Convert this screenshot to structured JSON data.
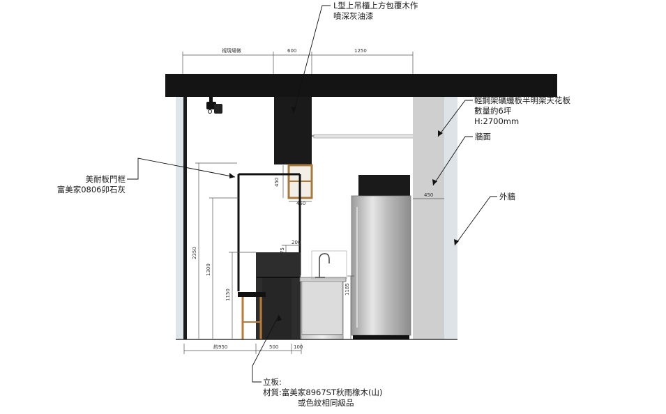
{
  "callouts": {
    "upper_cabinet": [
      "L型上吊櫃上方包覆木作",
      "噴深灰油漆"
    ],
    "ceiling": [
      "輕鋼架礦纖板半明架天花板",
      "數量約6坪",
      "H:2700mm"
    ],
    "wall_face": "牆面",
    "outer_wall": "外牆",
    "door_frame": [
      "美耐板門框",
      "富美家0806卯石灰"
    ],
    "vertical_panel": [
      "立板:",
      "材質:富美家8967ST秋雨橡木(山)",
      "或色紋相同級品"
    ]
  },
  "dimensions": {
    "top_1": "視現場做",
    "top_2": "600",
    "top_3": "1250",
    "cab_h": "450",
    "cab_w": "450",
    "wall_w": "450",
    "h_2350": "2350",
    "h_1300": "1300",
    "h_1150": "1150",
    "h_1185": "1185",
    "w_200": "200",
    "h_75": "75",
    "b_950": "約950",
    "b_500": "500",
    "b_100": "100"
  },
  "colors": {
    "beam": "#141414",
    "dark_wood": "#2c2c2c",
    "wall_grey": "#d0d0d0",
    "outer_wall": "#dde3e6",
    "steel": "#b0b0b0"
  }
}
